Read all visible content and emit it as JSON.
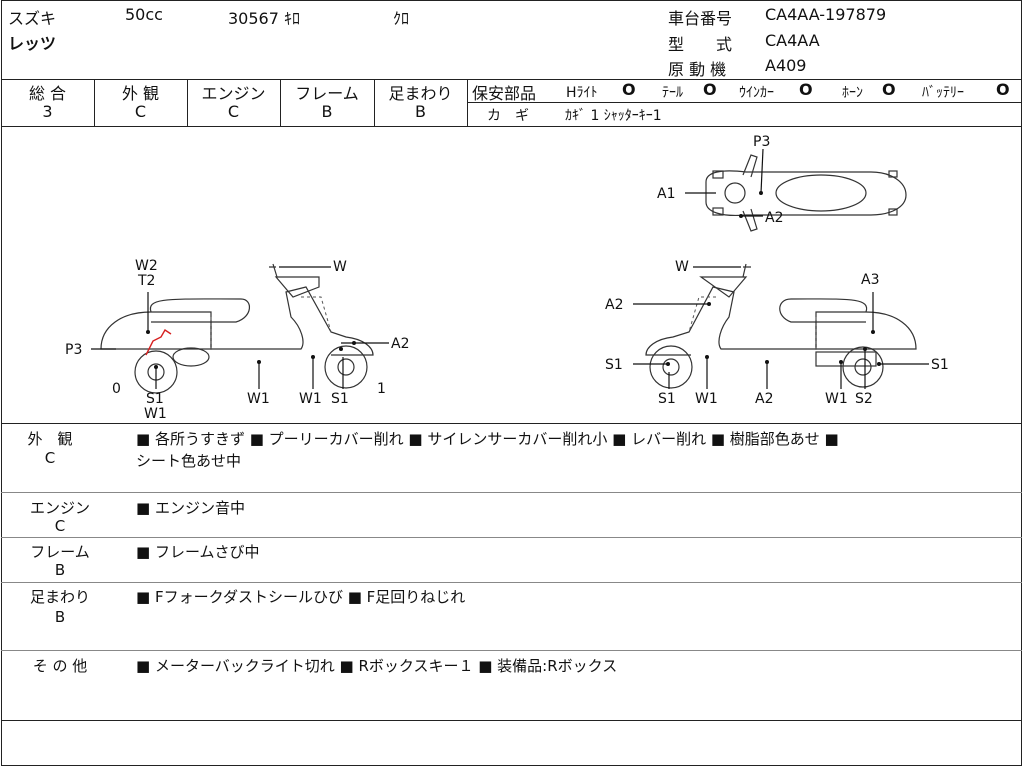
{
  "header": {
    "maker": "スズキ",
    "displacement": "50cc",
    "mileage": "30567 ｷﾛ",
    "color": "ｸﾛ",
    "model_name": "レッツ",
    "frame_label": "車台番号",
    "frame_value": "CA4AA-197879",
    "type_label": "型　　式",
    "type_value": "CA4AA",
    "engine_label": "原 動 機",
    "engine_value": "A409"
  },
  "grades": [
    {
      "label": "総 合",
      "value": "3"
    },
    {
      "label": "外 観",
      "value": "C"
    },
    {
      "label": "エンジン",
      "value": "C"
    },
    {
      "label": "フレーム",
      "value": "B"
    },
    {
      "label": "足まわり",
      "value": "B"
    }
  ],
  "safety": {
    "title": "保安部品",
    "items": [
      {
        "label": "Hﾗｲﾄ",
        "mark": "O"
      },
      {
        "label": "ﾃｰﾙ",
        "mark": "O"
      },
      {
        "label": "ｳｲﾝｶｰ",
        "mark": "O"
      },
      {
        "label": "ﾎｰﾝ",
        "mark": "O"
      },
      {
        "label": "ﾊﾞｯﾃﾘｰ",
        "mark": "O"
      }
    ],
    "key_label": "カ　ギ",
    "key_value": "ｶｷﾞ 1  ｼｬｯﾀｰｷｰ1"
  },
  "diagram": {
    "left": {
      "W2": "W2",
      "T2": "T2",
      "P3": "P3",
      "W": "W",
      "A2": "A2",
      "zero": "0",
      "one": "1",
      "S1a": "S1",
      "W1a": "W1",
      "W1b": "W1",
      "W1c": "W1",
      "S1b": "S1"
    },
    "top": {
      "P3": "P3",
      "A1": "A1",
      "A2": "A2"
    },
    "right": {
      "W": "W",
      "A3": "A3",
      "A2": "A2",
      "S1a": "S1",
      "S1b": "S1",
      "S1c": "S1",
      "W1a": "W1",
      "A2b": "A2",
      "W1b": "W1",
      "S2": "S2"
    }
  },
  "remarks": [
    {
      "label": "外　観",
      "grade": "C",
      "lines": [
        "■ 各所うすきず ■ プーリーカバー削れ ■ サイレンサーカバー削れ小 ■ レバー削れ ■ 樹脂部色あせ ■",
        "シート色あせ中"
      ]
    },
    {
      "label": "エンジン",
      "grade": "C",
      "lines": [
        "■ エンジン音中"
      ]
    },
    {
      "label": "フレーム",
      "grade": "B",
      "lines": [
        "■ フレームさび中"
      ]
    },
    {
      "label": "足まわり",
      "grade": "B",
      "lines": [
        "■ Fフォークダストシールひび ■ F足回りねじれ"
      ]
    },
    {
      "label": "そ の 他",
      "grade": "",
      "lines": [
        "■ メーターバックライト切れ ■ Rボックスキー１ ■ 装備品:Rボックス"
      ]
    }
  ]
}
